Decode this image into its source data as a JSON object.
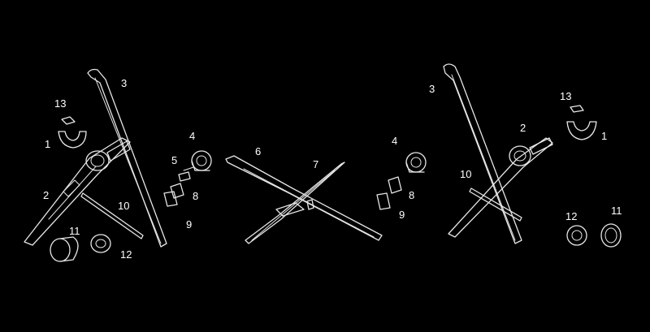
{
  "background": "#000000",
  "line_color": "#e6e6e6",
  "assemblies": [
    {
      "name": "left-assembly",
      "callouts": [
        "1",
        "2",
        "3",
        "4",
        "5",
        "8",
        "9",
        "10",
        "11",
        "12",
        "13"
      ]
    },
    {
      "name": "center-assembly",
      "callouts": [
        "6",
        "7"
      ]
    },
    {
      "name": "right-assembly",
      "callouts": [
        "1",
        "2",
        "3",
        "4",
        "8",
        "9",
        "10",
        "11",
        "12",
        "13"
      ]
    }
  ]
}
